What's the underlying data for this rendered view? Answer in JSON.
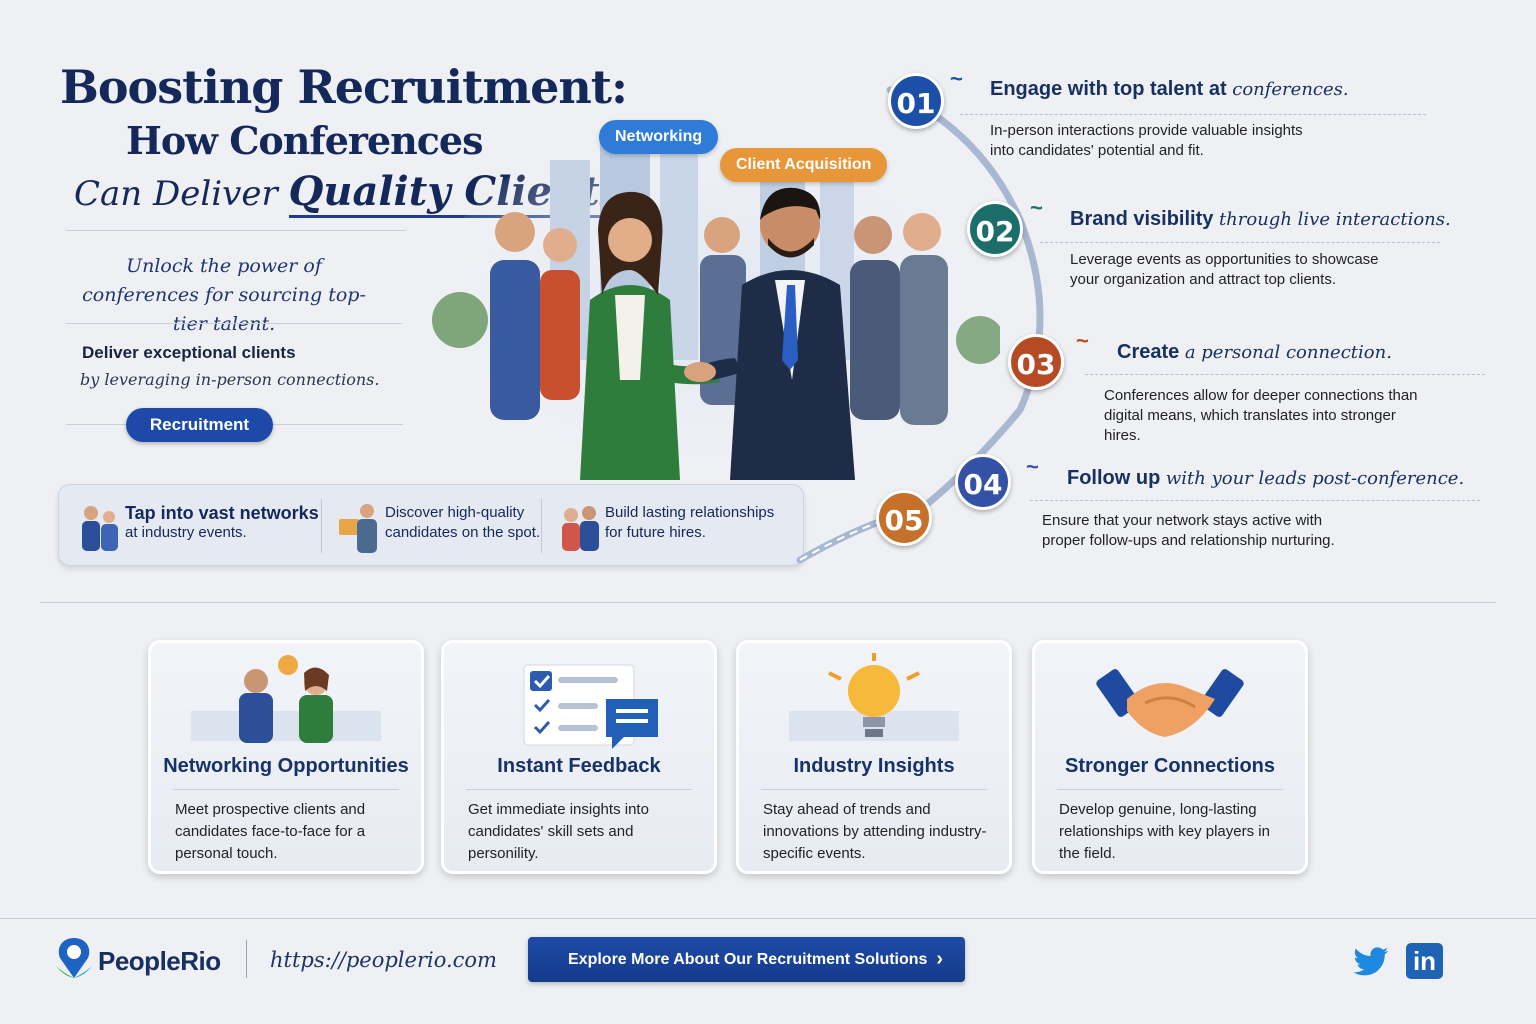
{
  "header": {
    "title_line1": "Boosting Recruitment:",
    "title_line2": "How Conferences",
    "title_line3_prefix": "Can Deliver",
    "title_line3_emphasis": "Quality Clients",
    "tagline": "Unlock the power of conferences for sourcing top-tier talent.",
    "deliver_line1": "Deliver exceptional clients",
    "deliver_line2": "by leveraging in-person connections.",
    "pill_label": "Recruitment"
  },
  "scene": {
    "bubble_networking": "Networking",
    "bubble_client": "Client Acquisition"
  },
  "strip": [
    {
      "label_line1": "Tap into vast networks",
      "label_line2": "at industry events."
    },
    {
      "label_line1": "Discover high-quality",
      "label_line2": "candidates on the spot."
    },
    {
      "label_line1": "Build lasting relationships",
      "label_line2": "for future hires."
    }
  ],
  "steps": [
    {
      "num": "01",
      "title_bold": "Engage with top talent at",
      "title_italic": "conferences.",
      "desc": "In-person interactions provide valuable insights into candidates' potential and fit.",
      "color": "#1b4fa8"
    },
    {
      "num": "02",
      "title_bold": "Brand visibility",
      "title_italic": "through live interactions.",
      "desc": "Leverage events as opportunities to showcase your organization and attract top clients.",
      "color": "#1c6e6a"
    },
    {
      "num": "03",
      "title_bold": "Create",
      "title_italic": "a personal connection.",
      "desc": "Conferences allow for deeper connections than digital means, which translates into stronger hires.",
      "color": "#b64a24"
    },
    {
      "num": "04",
      "title_bold": "Follow up",
      "title_italic": "with your leads post-conference.",
      "desc": "Ensure that your network stays active with proper follow-ups and relationship nurturing.",
      "color": "#3352a6"
    },
    {
      "num": "05",
      "color": "#c5702b"
    }
  ],
  "cards": [
    {
      "title": "Networking Opportunities",
      "desc": "Meet prospective clients and candidates face-to-face for a personal touch."
    },
    {
      "title": "Instant Feedback",
      "desc": "Get immediate insights into candidates' skill sets and personility."
    },
    {
      "title": "Industry Insights",
      "desc": "Stay ahead of trends and innovations by attending industry-specific events."
    },
    {
      "title": "Stronger Connections",
      "desc": "Develop genuine, long-lasting relationships with key players in the field."
    }
  ],
  "footer": {
    "brand": "PeopleRio",
    "url": "https://peoplerio.com",
    "cta_label": "Explore More About Our Recruitment Solutions",
    "linkedin": "in"
  }
}
